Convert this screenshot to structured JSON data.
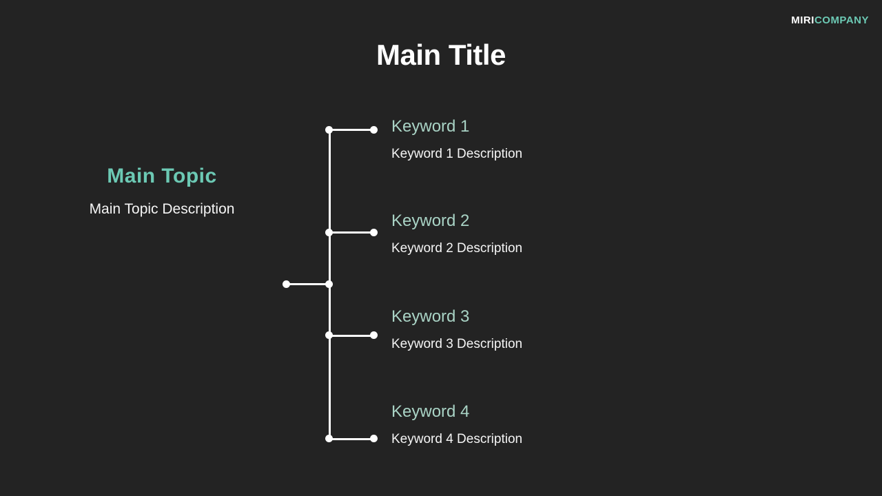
{
  "theme": {
    "bg": "#232323",
    "accent": "#6CC9B4",
    "keyword": "#A9D3C5",
    "text": "#F5F5F5",
    "line": "#FFFFFF"
  },
  "logo": {
    "primary": "MIRI",
    "secondary": "COMPANY"
  },
  "title": "Main Title",
  "main_topic": {
    "title": "Main Topic",
    "description": "Main Topic Description"
  },
  "keywords": [
    {
      "title": "Keyword 1",
      "description": "Keyword 1 Description"
    },
    {
      "title": "Keyword 2",
      "description": "Keyword 2 Description"
    },
    {
      "title": "Keyword 3",
      "description": "Keyword 3 Description"
    },
    {
      "title": "Keyword 4",
      "description": "Keyword 4 Description"
    }
  ]
}
